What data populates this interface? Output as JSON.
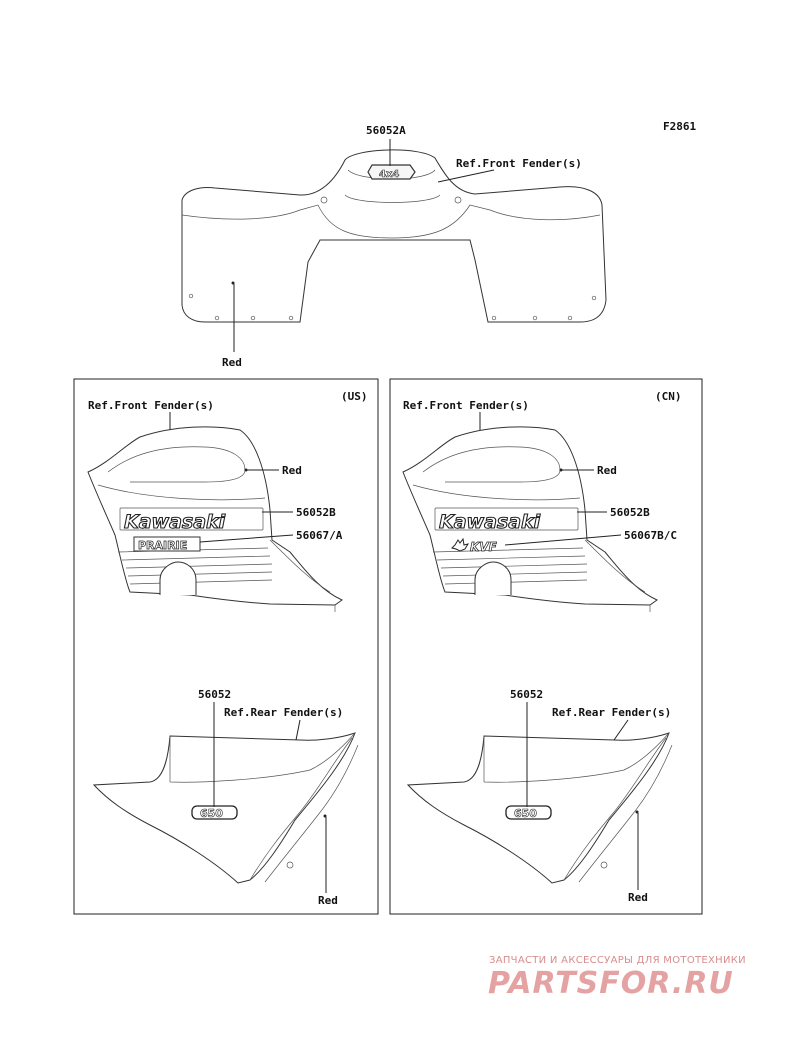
{
  "figure_code": "F2861",
  "top": {
    "part_decal": "56052A",
    "ref_front_fender": "Ref.Front Fender(s)",
    "color": "Red",
    "decal_mark": "4x4"
  },
  "panel_us": {
    "region": "(US)",
    "ref_front_fender": "Ref.Front Fender(s)",
    "color_front": "Red",
    "part_brand_decal": "56052B",
    "part_model_decal": "56067/A",
    "brand_text": "Kawasaki",
    "model_text": "PRAIRIE",
    "part_rear_decal": "56052",
    "ref_rear_fender": "Ref.Rear Fender(s)",
    "color_rear": "Red",
    "rear_decal_text": "650"
  },
  "panel_cn": {
    "region": "(CN)",
    "ref_front_fender": "Ref.Front Fender(s)",
    "color_front": "Red",
    "part_brand_decal": "56052B",
    "part_model_decal": "56067B/C",
    "brand_text": "Kawasaki",
    "model_text": "KVF",
    "part_rear_decal": "56052",
    "ref_rear_fender": "Ref.Rear Fender(s)",
    "color_rear": "Red",
    "rear_decal_text": "650"
  },
  "watermark": {
    "line1": "ЗАПЧАСТИ И АКСЕССУАРЫ ДЛЯ МОТОТЕХНИКИ",
    "line2": "PARTSFOR.RU"
  }
}
